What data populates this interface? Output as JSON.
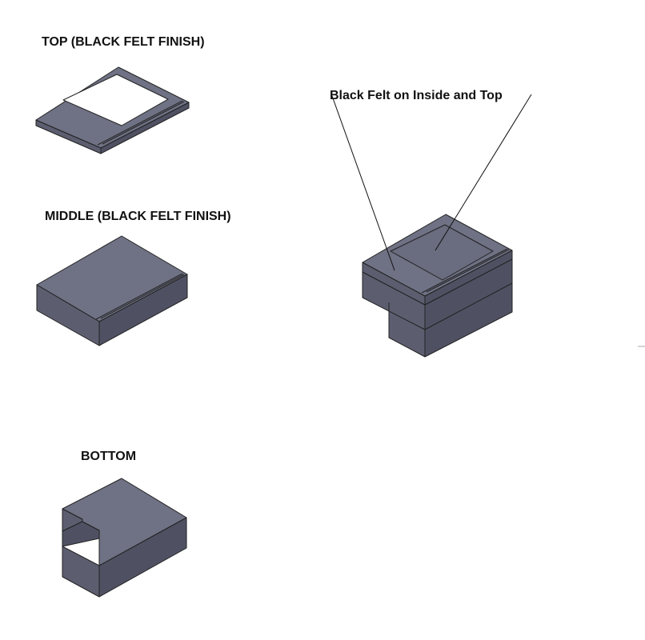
{
  "labels": {
    "top": "TOP (BLACK FELT FINISH)",
    "middle": "MIDDLE (BLACK FELT FINISH)",
    "bottom": "BOTTOM",
    "callout": "Black Felt on Inside and Top"
  },
  "colors": {
    "face_top": "#6f7184",
    "face_left": "#5c5e70",
    "face_right": "#4f5163",
    "edge": "#222222",
    "opening": "#ffffff"
  }
}
